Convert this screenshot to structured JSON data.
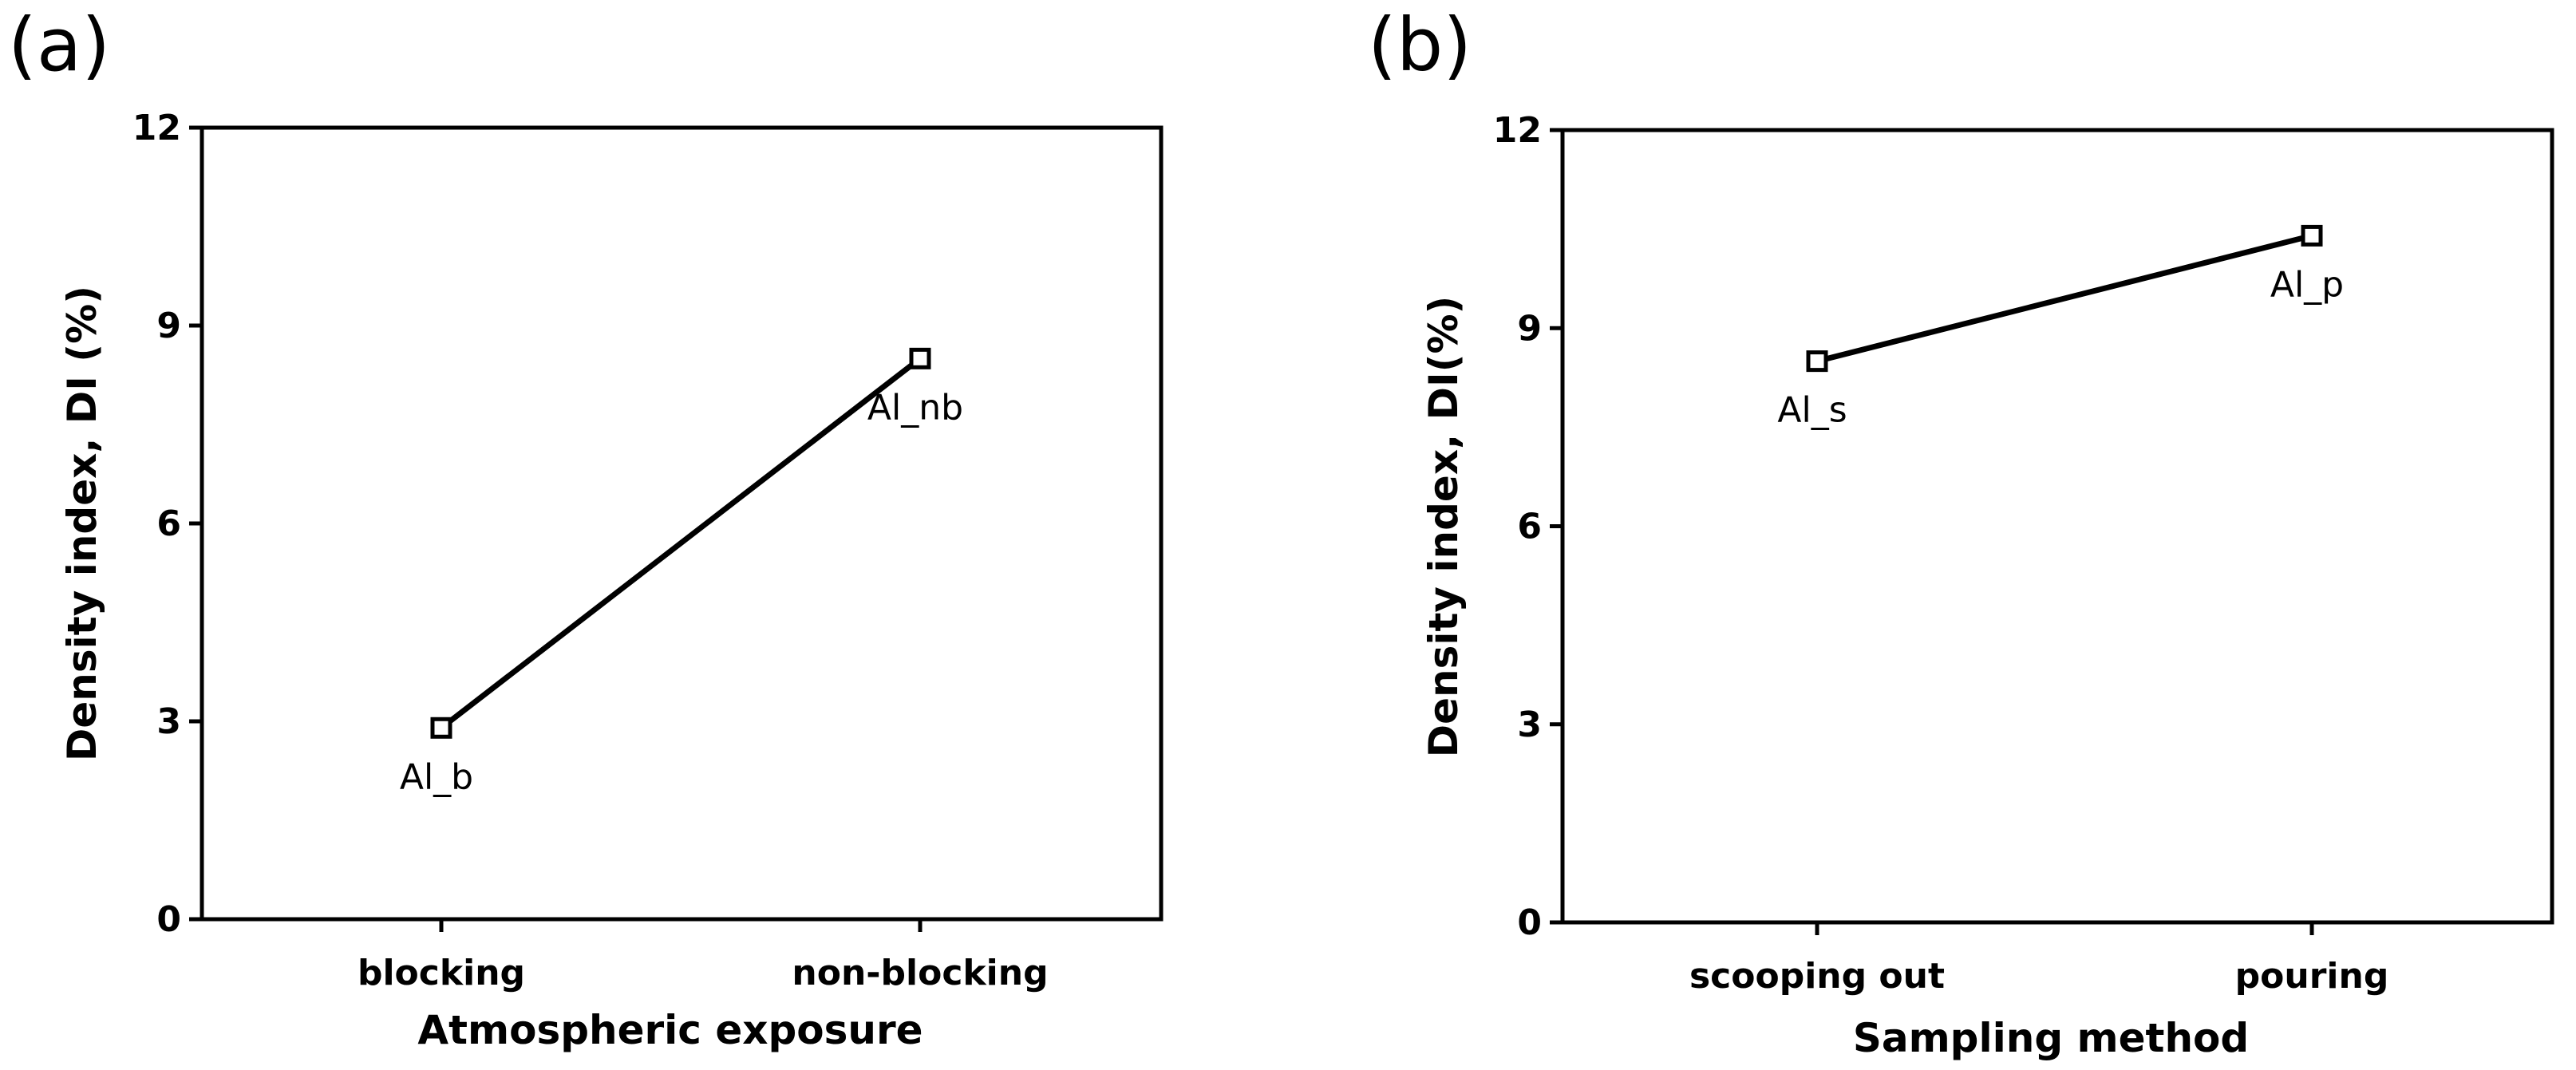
{
  "chart_data": [
    {
      "type": "line",
      "panel_label": "(a)",
      "title": "",
      "categories": [
        "blocking",
        "non-blocking"
      ],
      "values": [
        2.9,
        8.5
      ],
      "point_labels": [
        "Al_b",
        "Al_nb"
      ],
      "xlabel": "Atmospheric exposure",
      "ylabel": "Density index, DI (%)",
      "ylim": [
        0,
        12
      ],
      "yticks": [
        0,
        3,
        6,
        9,
        12
      ],
      "ytick_labels": [
        "0",
        "3",
        "6",
        "9",
        "12"
      ],
      "grid": false,
      "marker": "open-square",
      "line_color": "#000000"
    },
    {
      "type": "line",
      "panel_label": "(b)",
      "title": "",
      "categories": [
        "scooping out",
        "pouring"
      ],
      "values": [
        8.5,
        10.4
      ],
      "point_labels": [
        "Al_s",
        "Al_p"
      ],
      "xlabel": "Sampling method",
      "ylabel": "Density index, DI(%)",
      "ylim": [
        0,
        12
      ],
      "yticks": [
        0,
        3,
        6,
        9,
        12
      ],
      "ytick_labels": [
        "0",
        "3",
        "6",
        "9",
        "12"
      ],
      "grid": false,
      "marker": "open-square",
      "line_color": "#000000"
    }
  ]
}
